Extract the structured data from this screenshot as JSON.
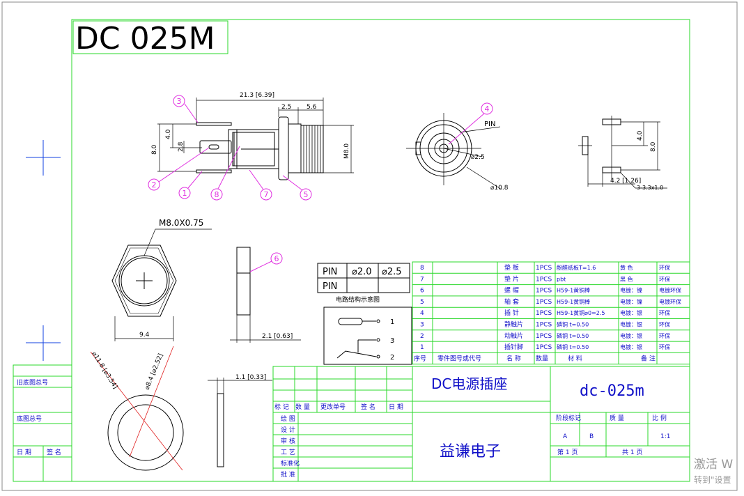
{
  "title": "DC 025M",
  "colors": {
    "frame": "#2ad82a",
    "drawing": "#000000",
    "callout": "#e030e0",
    "title_text": "#1010c8",
    "axis": "#1040e0"
  },
  "side_view": {
    "dims": [
      "21.3 [6.39]",
      "2.5",
      "5.6",
      "8.0",
      "4.0",
      "2.8",
      "M8.0"
    ],
    "callouts": [
      "3",
      "2",
      "1",
      "8",
      "7",
      "5"
    ]
  },
  "front_view": {
    "callout": "4",
    "pin_label": "PIN",
    "dims": [
      "⌀2.5",
      "⌀10.8"
    ]
  },
  "pin_view": {
    "dims": [
      "4.0",
      "8.0",
      "4.2 [1.26]",
      "3-3.3x1.0"
    ]
  },
  "nut_view": {
    "thread_label": "M8.0X0.75",
    "width_dim": "9.4"
  },
  "nut_side": {
    "callout": "6",
    "thickness_dim": "2.1 [0.63]"
  },
  "washer_view": {
    "outer_dim": "⌀11.8 [⌀3.54]",
    "inner_dim": "⌀8.4 [⌀2.52]"
  },
  "washer_side": {
    "thickness_dim": "1.1 [0.33]"
  },
  "pin_table": {
    "header": [
      "PIN",
      "⌀2.0",
      "⌀2.5"
    ],
    "row2": [
      "PIN"
    ]
  },
  "circuit": {
    "title": "电路结构示意图",
    "pins": [
      "1",
      "3",
      "2"
    ]
  },
  "bom": {
    "rows": [
      {
        "no": "8",
        "part_no": "",
        "name": "垫  板",
        "qty": "1PCS",
        "material": "酚醛纸板T=1.6",
        "spec": "黄 色",
        "remark": "环保"
      },
      {
        "no": "7",
        "part_no": "",
        "name": "垫  片",
        "qty": "1PCS",
        "material": "pbt",
        "spec": "黑 色",
        "remark": "环保"
      },
      {
        "no": "6",
        "part_no": "",
        "name": "螺  帽",
        "qty": "1PCS",
        "material": "H59-1黄铜棒",
        "spec": "电镀：镍",
        "remark": "电镀环保"
      },
      {
        "no": "5",
        "part_no": "",
        "name": "轴  套",
        "qty": "1PCS",
        "material": "H59-1黄铜棒",
        "spec": "电镀：镍",
        "remark": "电镀环保"
      },
      {
        "no": "4",
        "part_no": "",
        "name": "插  针",
        "qty": "1PCS",
        "material": "H59-1黄铜⌀0=2.5",
        "spec": "电镀：银",
        "remark": "环保"
      },
      {
        "no": "3",
        "part_no": "",
        "name": "静触片",
        "qty": "1PCS",
        "material": "磷铜 t=0.50",
        "spec": "电镀：银",
        "remark": "环保"
      },
      {
        "no": "2",
        "part_no": "",
        "name": "动触片",
        "qty": "1PCS",
        "material": "磷铜   t=0.50",
        "spec": "电镀：银",
        "remark": "环保"
      },
      {
        "no": "1",
        "part_no": "",
        "name": "插针脚",
        "qty": "1PCS",
        "material": "磷铜 t=0.50",
        "spec": "电镀：银",
        "remark": "环保"
      }
    ],
    "headers": {
      "no": "序号",
      "part_no": "零件图号或代号",
      "name": "名 称",
      "qty": "数量",
      "material": "材  料",
      "remark": "备  注"
    }
  },
  "title_block": {
    "product_name": "DC电源插座",
    "drawing_no": "dc-025m",
    "company": "益谦电子",
    "rev_headers": [
      "标 记",
      "数 量",
      "更改单号",
      "签 名",
      "日 期"
    ],
    "roles": [
      "绘  图",
      "设  计",
      "审  核",
      "工  艺",
      "标准化",
      "批  准"
    ],
    "stage_headers": [
      "阶段标记",
      "质 量",
      "比 例"
    ],
    "stage_values": [
      "A",
      "B",
      "",
      "1:1"
    ],
    "sheet_info": [
      "第  1  页",
      "共  1  页"
    ]
  },
  "left_panel": {
    "labels": [
      "旧底图总号",
      "底图总号",
      "日 期",
      "签 名"
    ]
  },
  "watermark": {
    "line1": "激活 W",
    "line2": "转到\"设置"
  }
}
